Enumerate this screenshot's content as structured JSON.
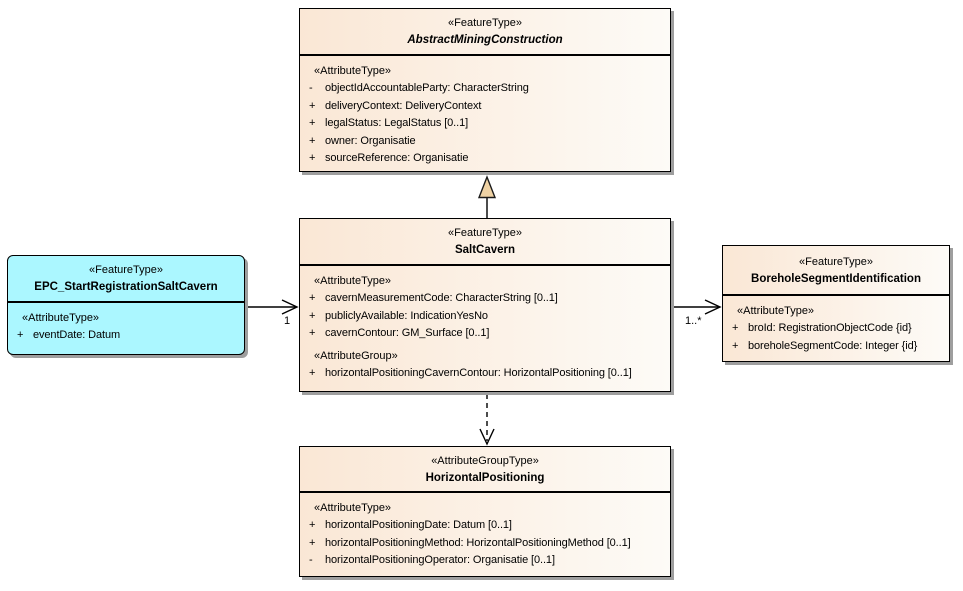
{
  "diagram": {
    "kind": "UML class diagram",
    "background": "#ffffff"
  },
  "colors": {
    "class_fill_left": "#fae7d5",
    "class_fill_right": "#fdfbf7",
    "event_fill": "#abf7ff",
    "border": "#000000",
    "shadow": "#9e9e9e",
    "generalization_triangle_fill": "#efd2a4"
  },
  "classes": {
    "amc": {
      "stereotype": "«FeatureType»",
      "name": "AbstractMiningConstruction",
      "attr_heading": "«AttributeType»",
      "attrs": [
        {
          "vis": "-",
          "text": "objectIdAccountableParty: CharacterString"
        },
        {
          "vis": "+",
          "text": "deliveryContext: DeliveryContext"
        },
        {
          "vis": "+",
          "text": "legalStatus: LegalStatus [0..1]"
        },
        {
          "vis": "+",
          "text": "owner: Organisatie"
        },
        {
          "vis": "+",
          "text": "sourceReference: Organisatie"
        }
      ]
    },
    "salt": {
      "stereotype": "«FeatureType»",
      "name": "SaltCavern",
      "attr_heading": "«AttributeType»",
      "attrs": [
        {
          "vis": "+",
          "text": "cavernMeasurementCode: CharacterString [0..1]"
        },
        {
          "vis": "+",
          "text": "publiclyAvailable: IndicationYesNo"
        },
        {
          "vis": "+",
          "text": "cavernContour: GM_Surface [0..1]"
        }
      ],
      "group_heading": "«AttributeGroup»",
      "group_attrs": [
        {
          "vis": "+",
          "text": "horizontalPositioningCavernContour: HorizontalPositioning [0..1]"
        }
      ]
    },
    "epc": {
      "stereotype": "«FeatureType»",
      "name": "EPC_StartRegistrationSaltCavern",
      "attr_heading": "«AttributeType»",
      "attrs": [
        {
          "vis": "+",
          "text": "eventDate: Datum"
        }
      ]
    },
    "bore": {
      "stereotype": "«FeatureType»",
      "name": "BoreholeSegmentIdentification",
      "attr_heading": "«AttributeType»",
      "attrs": [
        {
          "vis": "+",
          "text": "broId: RegistrationObjectCode {id}"
        },
        {
          "vis": "+",
          "text": "boreholeSegmentCode: Integer {id}"
        }
      ]
    },
    "hp": {
      "stereotype": "«AttributeGroupType»",
      "name": "HorizontalPositioning",
      "attr_heading": "«AttributeType»",
      "attrs": [
        {
          "vis": "+",
          "text": "horizontalPositioningDate: Datum [0..1]"
        },
        {
          "vis": "+",
          "text": "horizontalPositioningMethod: HorizontalPositioningMethod [0..1]"
        },
        {
          "vis": "-",
          "text": "horizontalPositioningOperator: Organisatie [0..1]"
        }
      ]
    }
  },
  "connectors": {
    "generalization": {
      "type": "generalization",
      "from": "SaltCavern",
      "to": "AbstractMiningConstruction"
    },
    "dependency": {
      "type": "dependency",
      "from": "SaltCavern",
      "to": "HorizontalPositioning"
    },
    "epc_to_salt": {
      "type": "association",
      "from": "EPC_StartRegistrationSaltCavern",
      "to": "SaltCavern",
      "multiplicity": "1"
    },
    "salt_to_bore": {
      "type": "association",
      "from": "SaltCavern",
      "to": "BoreholeSegmentIdentification",
      "multiplicity": "1..*"
    }
  }
}
